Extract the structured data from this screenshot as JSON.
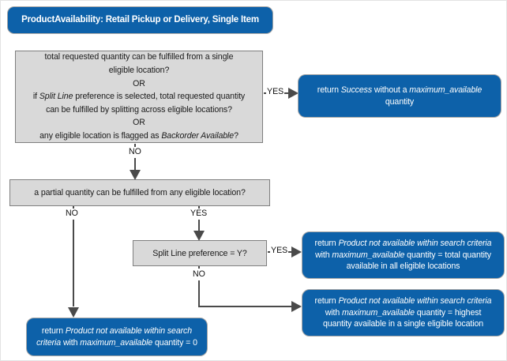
{
  "colors": {
    "node_blue": "#0d61a9",
    "box_gray": "#d9d9d9",
    "line_gray": "#4a4a4a"
  },
  "title": "ProductAvailability: Retail Pickup or Delivery, Single Item",
  "nodes": {
    "decision_total_fulfillment": {
      "rich": [
        {
          "t": "total requested quantity can be fulfilled from a single\neligible location?\nOR\nif "
        },
        {
          "t": "Split Line",
          "i": true
        },
        {
          "t": " preference is selected, total requested quantity\ncan be fulfilled by splitting across eligible locations?\nOR\nany eligible location is flagged as "
        },
        {
          "t": "Backorder Available",
          "i": true
        },
        {
          "t": "?"
        }
      ]
    },
    "result_success": {
      "rich": [
        {
          "t": "return "
        },
        {
          "t": "Success",
          "i": true
        },
        {
          "t": " without a "
        },
        {
          "t": "maximum_available",
          "i": true
        },
        {
          "t": "\nquantity"
        }
      ]
    },
    "decision_partial_quantity": {
      "text": "a partial quantity can be fulfilled from any eligible location?"
    },
    "decision_split_line": {
      "text": "Split Line preference = Y?"
    },
    "result_total_quantity": {
      "rich": [
        {
          "t": "return "
        },
        {
          "t": "Product not available within search criteria",
          "i": true
        },
        {
          "t": "\nwith "
        },
        {
          "t": "maximum_available",
          "i": true
        },
        {
          "t": " quantity = total quantity\navailable in all eligible locations"
        }
      ]
    },
    "result_highest_quantity": {
      "rich": [
        {
          "t": "return "
        },
        {
          "t": "Product not available within search criteria",
          "i": true
        },
        {
          "t": "\nwith "
        },
        {
          "t": "maximum_available",
          "i": true
        },
        {
          "t": " quantity = highest\nquantity available in a single  eligible location"
        }
      ]
    },
    "result_zero_quantity": {
      "rich": [
        {
          "t": "return "
        },
        {
          "t": "Product not available within search\ncriteria",
          "i": true
        },
        {
          "t": " with "
        },
        {
          "t": "maximum_available",
          "i": true
        },
        {
          "t": " quantity = 0"
        }
      ]
    }
  },
  "edge_labels": {
    "decision1_yes": "YES",
    "decision1_no": "NO",
    "decision2_no": "NO",
    "decision2_yes": "YES",
    "decision3_yes": "YES",
    "decision3_no": "NO"
  }
}
